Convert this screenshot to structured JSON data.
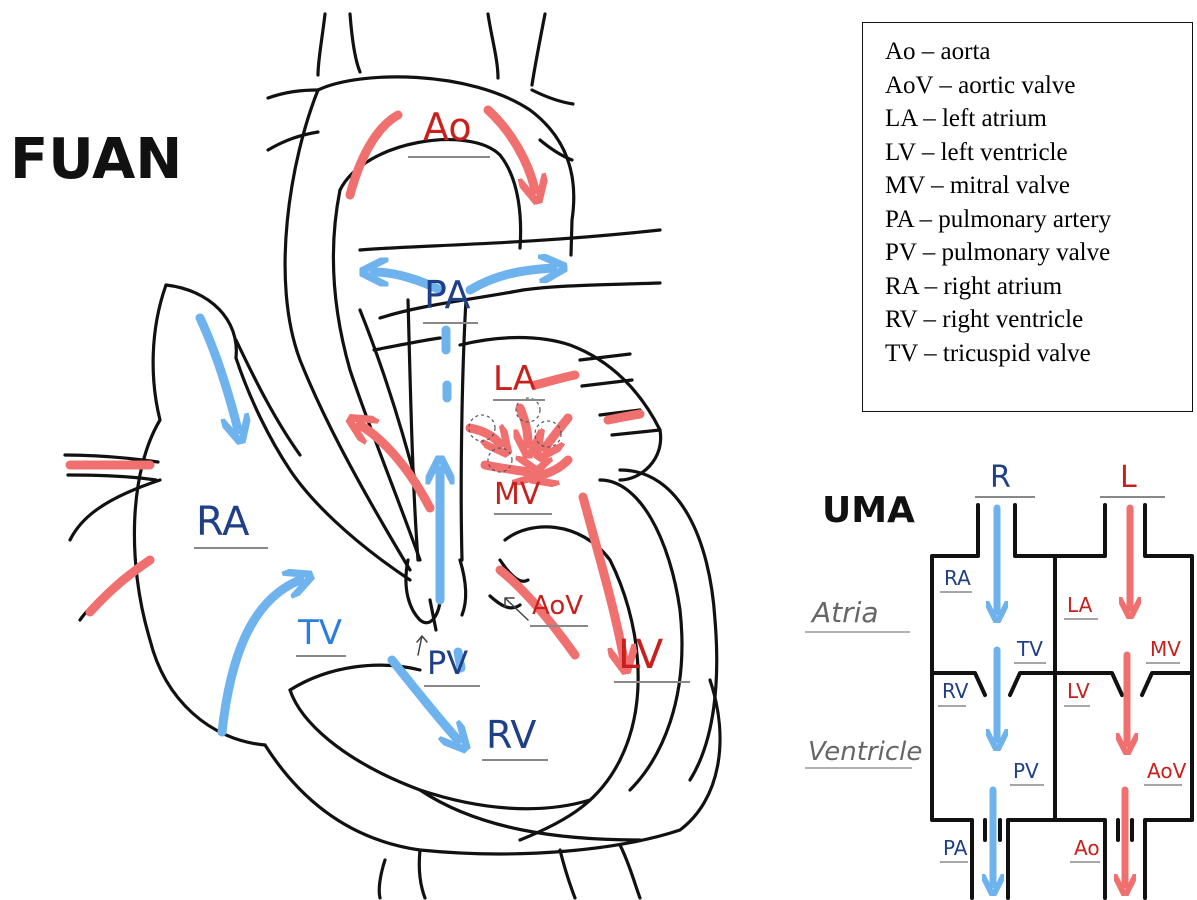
{
  "labels": {
    "fuan": "FUAN",
    "uma": "UMA"
  },
  "heart_labels": {
    "ao": "Ao",
    "pa": "PA",
    "la": "LA",
    "mv": "MV",
    "ra": "RA",
    "tv": "TV",
    "pv": "PV",
    "aov": "AoV",
    "rv": "RV",
    "lv": "LV"
  },
  "legend": [
    "Ao – aorta",
    "AoV – aortic valve",
    "LA – left atrium",
    "LV – left ventricle",
    "MV – mitral valve",
    "PA – pulmonary artery",
    "PV – pulmonary valve",
    "RA – right atrium",
    "RV – right ventricle",
    "TV – tricuspid valve"
  ],
  "schema": {
    "col_right": "R",
    "col_left": "L",
    "row_atria": "Atria",
    "row_ventricle": "Ventricle",
    "ra": "RA",
    "la": "LA",
    "tv": "TV",
    "mv": "MV",
    "rv": "RV",
    "lv": "LV",
    "pv": "PV",
    "aov": "AoV",
    "pa": "PA",
    "ao": "Ao"
  },
  "colors": {
    "oxygenated": "#f07070",
    "deoxygenated": "#6fb3ee",
    "label_red": "#c8201c",
    "label_blue": "#1f3f86",
    "outline": "#111111"
  }
}
